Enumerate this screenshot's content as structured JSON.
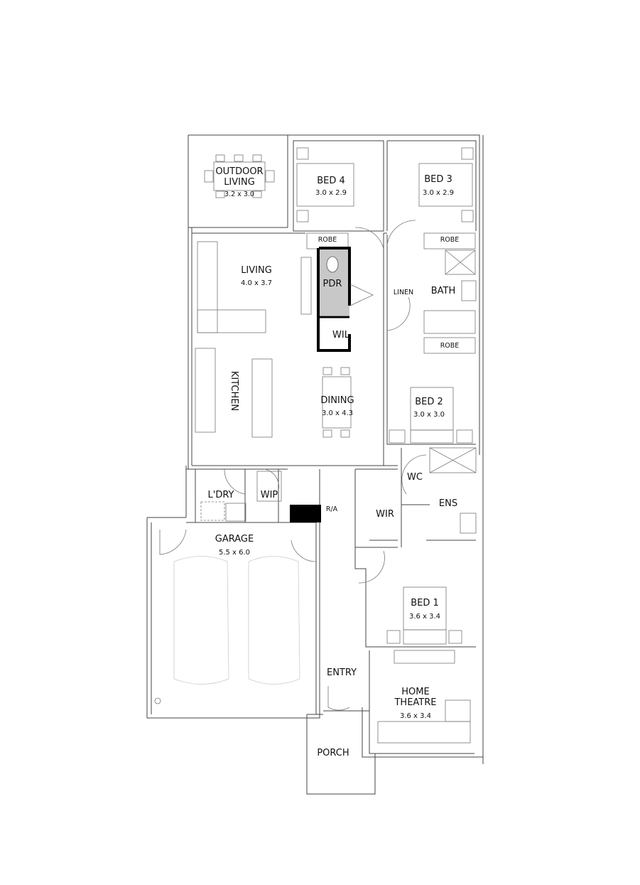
{
  "rooms": {
    "outdoor_living": {
      "name_line1": "OUTDOOR",
      "name_line2": "LIVING",
      "size": "3.2 x 3.0"
    },
    "bed4": {
      "name": "BED 4",
      "size": "3.0 x 2.9"
    },
    "bed3": {
      "name": "BED 3",
      "size": "3.0 x 2.9"
    },
    "robe_bed4": {
      "name": "ROBE"
    },
    "robe_bed3": {
      "name": "ROBE"
    },
    "living": {
      "name": "LIVING",
      "size": "4.0 x 3.7"
    },
    "pdr": {
      "name": "PDR"
    },
    "linen": {
      "name": "LINEN"
    },
    "bath": {
      "name": "BATH"
    },
    "wil": {
      "name": "WIL"
    },
    "robe_bed2": {
      "name": "ROBE"
    },
    "kitchen": {
      "name": "KITCHEN"
    },
    "dining": {
      "name": "DINING",
      "size": "3.0 x 4.3"
    },
    "bed2": {
      "name": "BED 2",
      "size": "3.0 x 3.0"
    },
    "wc": {
      "name": "WC"
    },
    "laundry": {
      "name": "L'DRY"
    },
    "wip": {
      "name": "WIP"
    },
    "ra": {
      "name": "R/A"
    },
    "ens": {
      "name": "ENS"
    },
    "wir": {
      "name": "WIR"
    },
    "garage": {
      "name": "GARAGE",
      "size": "5.5 x 6.0"
    },
    "bed1": {
      "name": "BED 1",
      "size": "3.6 x 3.4"
    },
    "entry": {
      "name": "ENTRY"
    },
    "home_theatre": {
      "name_line1": "HOME",
      "name_line2": "THEATRE",
      "size": "3.6 x 3.4"
    },
    "porch": {
      "name": "PORCH"
    }
  },
  "colors": {
    "wall": "#444444",
    "pdr_fill": "#c8c8c8",
    "highlight_wall": "#000000"
  }
}
